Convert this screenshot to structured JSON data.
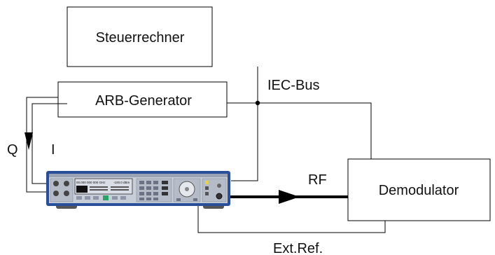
{
  "nodes": {
    "controller": {
      "label": "Steuerrechner"
    },
    "arb_generator": {
      "label": "ARB-Generator"
    },
    "demodulator": {
      "label": "Demodulator"
    },
    "signal_generator": {
      "label": ""
    }
  },
  "labels": {
    "iec_bus": "IEC-Bus",
    "q": "Q",
    "i": "I",
    "rf": "RF",
    "ext_ref": "Ext.Ref."
  },
  "instrument": {
    "frequency_readout": "00.000 000 000 GHz",
    "level_readout": "-100.0 dBm"
  },
  "colors": {
    "line": "#000000",
    "panel": "#c8ced8",
    "frame": "#2a4f9a",
    "display": "#d8dde6",
    "accent_green": "#2aa36a",
    "accent_yellow": "#e8d23a"
  }
}
